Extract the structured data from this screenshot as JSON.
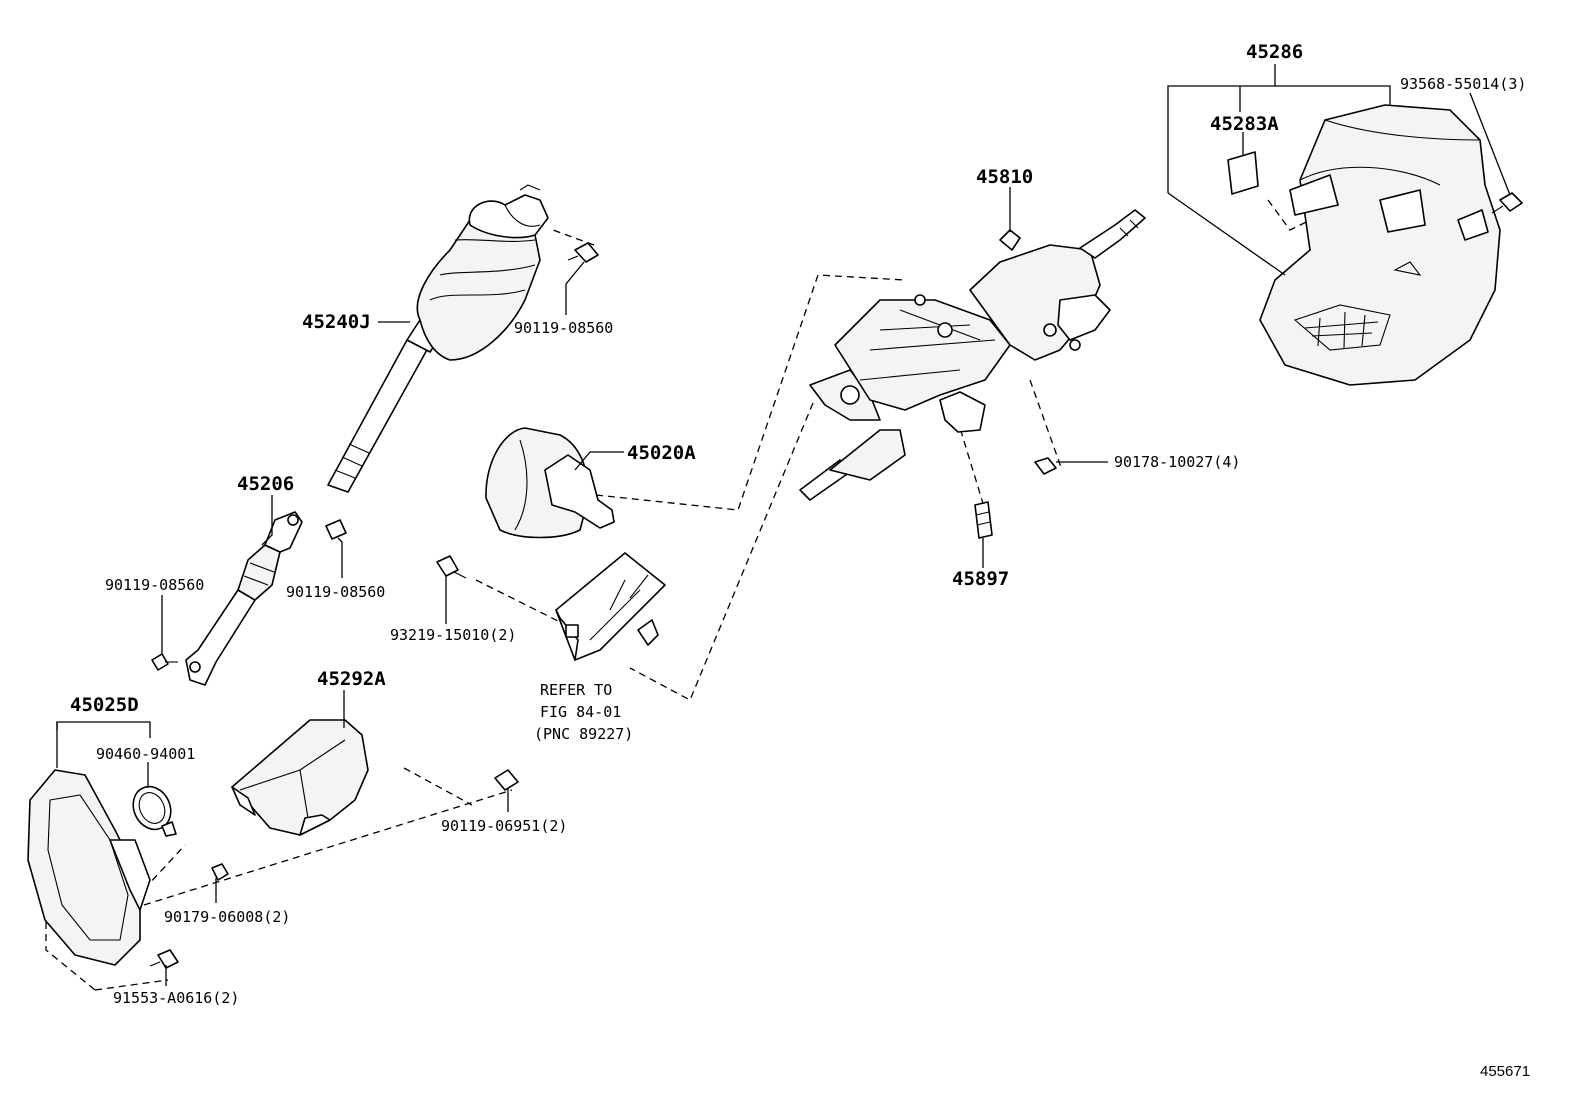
{
  "labels": {
    "p45240J": "45240J",
    "p90119_08560_a": "90119-08560",
    "p45206": "45206",
    "p90119_08560_b": "90119-08560",
    "p90119_08560_c": "90119-08560",
    "p45020A": "45020A",
    "p93219_15010": "93219-15010(2)",
    "refer_line1": "REFER TO",
    "refer_line2": "FIG 84-01",
    "refer_line3": "(PNC 89227)",
    "p45292A": "45292A",
    "p45025D": "45025D",
    "p90460_94001": "90460-94001",
    "p90119_06951": "90119-06951(2)",
    "p90179_06008": "90179-06008(2)",
    "p91553_A0616": "91553-A0616(2)",
    "p45810": "45810",
    "p90178_10027": "90178-10027(4)",
    "p45897": "45897",
    "p45286": "45286",
    "p45283A": "45283A",
    "p93568_55014": "93568-55014(3)"
  },
  "diagram_id": "455671",
  "icons": [
    "steering-shaft",
    "bolt",
    "universal-joint",
    "steering-lock",
    "ecu-module",
    "column-cover",
    "dust-seal-plate",
    "steering-column-assembly",
    "nut",
    "column-cover-upper"
  ]
}
